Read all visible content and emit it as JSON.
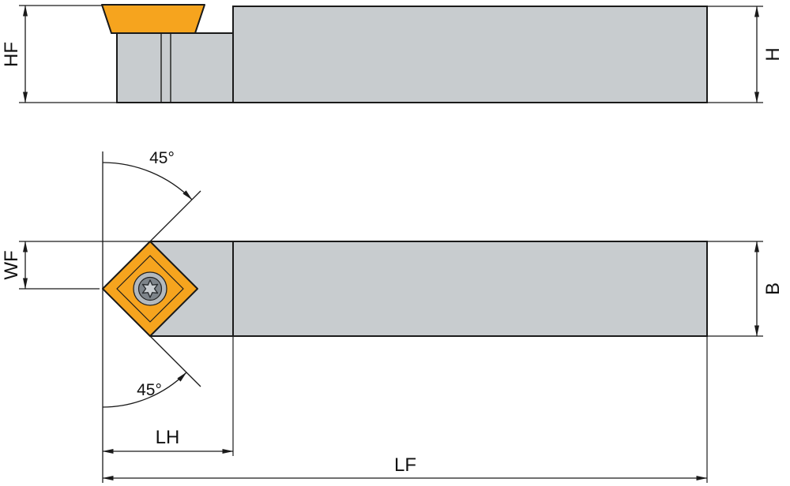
{
  "drawing": {
    "description": "Technical dimension drawing of a 45-degree lathe turning tool holder with square insert, side view and plan view",
    "side_view": {
      "hf_label": "HF",
      "h_label": "H"
    },
    "plan_view": {
      "wf_label": "WF",
      "b_label": "B",
      "angle_top": "45°",
      "angle_bottom": "45°",
      "lh_label": "LH",
      "lf_label": "LF"
    }
  },
  "colors": {
    "background": "#ffffff",
    "body_gray": "#c8cccf",
    "insert_orange": "#f6a41e",
    "line_black": "#1a1a1a",
    "screw_outer_gray": "#b3b9bd",
    "screw_inner_gray": "#7e858b",
    "screw_star_gray": "#c9ced2"
  }
}
